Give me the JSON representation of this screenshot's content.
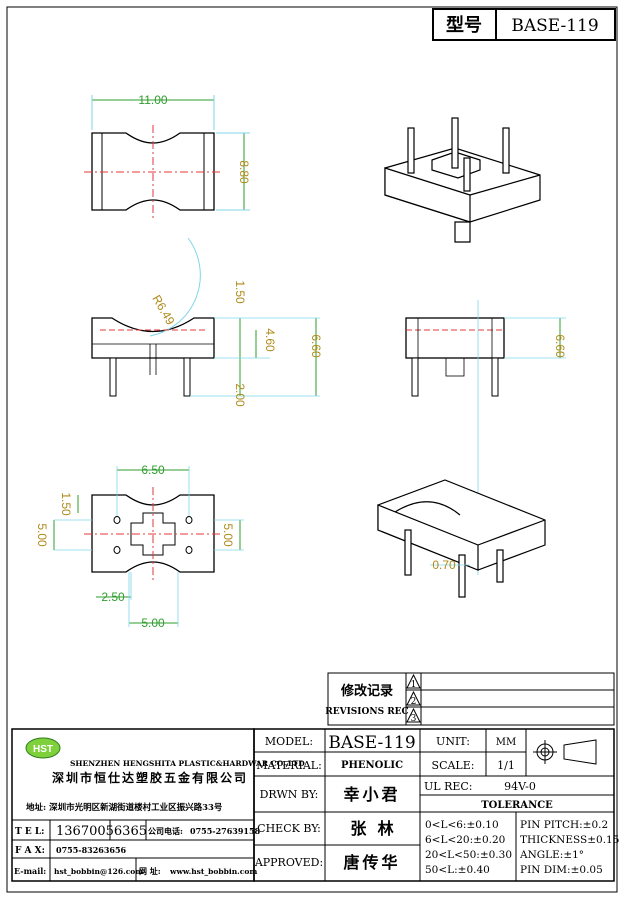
{
  "header": {
    "type_label": "型号",
    "model_value": "BASE-119"
  },
  "dimensions": {
    "width_top": "11.00",
    "height_top": "8.80",
    "radius": "R6.49",
    "h1": "1.50",
    "h2": "4.60",
    "h3": "6.60",
    "pin_len": "2.00",
    "side_h": "6.60",
    "bot_w": "6.50",
    "bot_h1": "1.50",
    "bot_left": "5.00",
    "bot_right": "5.00",
    "bot_pitch": "2.50",
    "bot_span": "5.00",
    "iso_dim": "0.70"
  },
  "revisions": {
    "label_cn": "修改记录",
    "label_en": "REVISIONS REC",
    "marks": [
      "1",
      "2",
      "3"
    ]
  },
  "company": {
    "logo": "HST",
    "name_en": "SHENZHEN HENGSHITA PLASTIC&HARDWAR CO.,LTD",
    "name_cn": "深圳市恒仕达塑胶五金有限公司",
    "address": "地址: 深圳市光明区新湖街道楼村工业区振兴路33号",
    "tel_label": "T E L:",
    "tel_value": "13670056365",
    "company_tel_label": "公司电话:",
    "company_tel_value": "0755-27639158",
    "fax_label": "F A X:",
    "fax_value": "0755-83263656",
    "email_label": "E-mail:",
    "email_value": "hst_bobbin@126.com",
    "web_label": "网 址:",
    "web_value": "www.hst_bobbin.com"
  },
  "fields": {
    "model_label": "MODEL:",
    "model_value": "BASE-119",
    "material_label": "MATERIAL:",
    "material_value": "PHENOLIC",
    "drawn_label": "DRWN BY:",
    "drawn_value": "幸小君",
    "check_label": "CHECK BY:",
    "check_value": "张  林",
    "approved_label": "APPROVED:",
    "approved_value": "唐传华",
    "unit_label": "UNIT:",
    "unit_value": "MM",
    "scale_label": "SCALE:",
    "scale_value": "1/1",
    "ul_label": "UL REC:",
    "ul_value": "94V-0"
  },
  "tolerance": {
    "title": "TOLERANCE",
    "left": [
      "0<L<6:±0.10",
      "6<L<20:±0.20",
      "20<L<50:±0.30",
      "50<L:±0.40"
    ],
    "right": [
      "PIN PITCH:±0.2",
      "THICKNESS±0.15",
      "ANGLE:±1°",
      "PIN DIM:±0.05"
    ]
  }
}
